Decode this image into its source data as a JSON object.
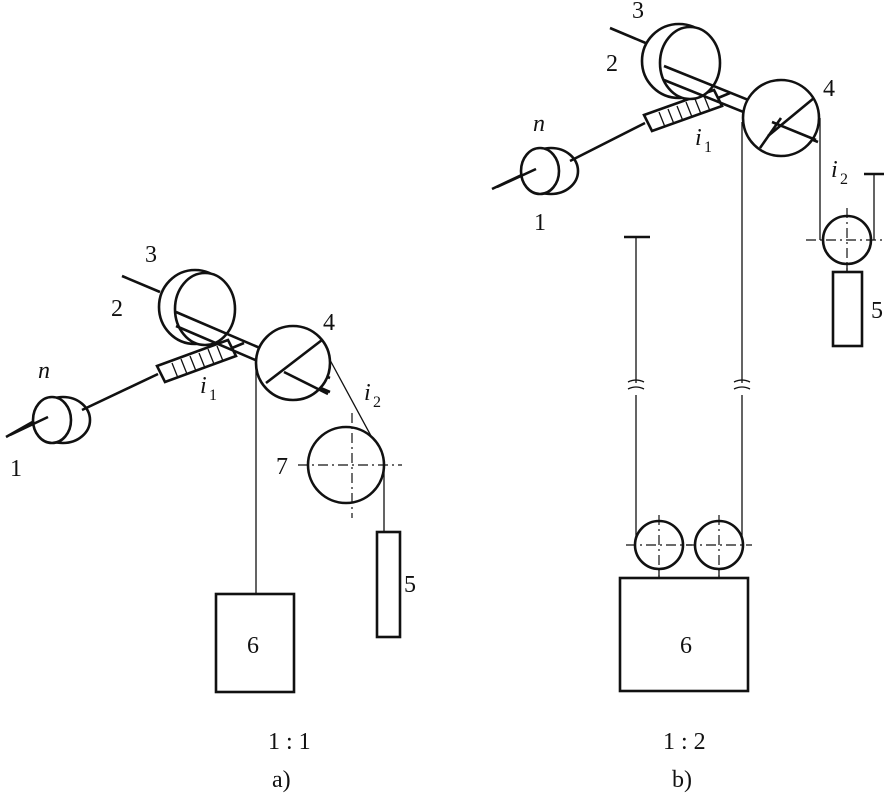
{
  "diagram_a": {
    "labels": {
      "motor": "1",
      "brake": "2",
      "coupling": "3",
      "traction_sheave": "4",
      "counterweight": "5",
      "car": "6",
      "deflector_sheave": "7",
      "speed": "n",
      "gear_ratio_symbol": "i",
      "gear_ratio_index": "1",
      "rope_ratio_symbol": "i",
      "rope_ratio_index": "2"
    },
    "roping_ratio": "1:1",
    "caption": "a)"
  },
  "diagram_b": {
    "labels": {
      "motor": "1",
      "brake": "2",
      "coupling": "3",
      "traction_sheave": "4",
      "counterweight": "5",
      "car": "6",
      "speed": "n",
      "gear_ratio_symbol": "i",
      "gear_ratio_index": "1",
      "rope_ratio_symbol": "i",
      "rope_ratio_index": "2"
    },
    "roping_ratio": "1:2",
    "caption": "b)"
  }
}
